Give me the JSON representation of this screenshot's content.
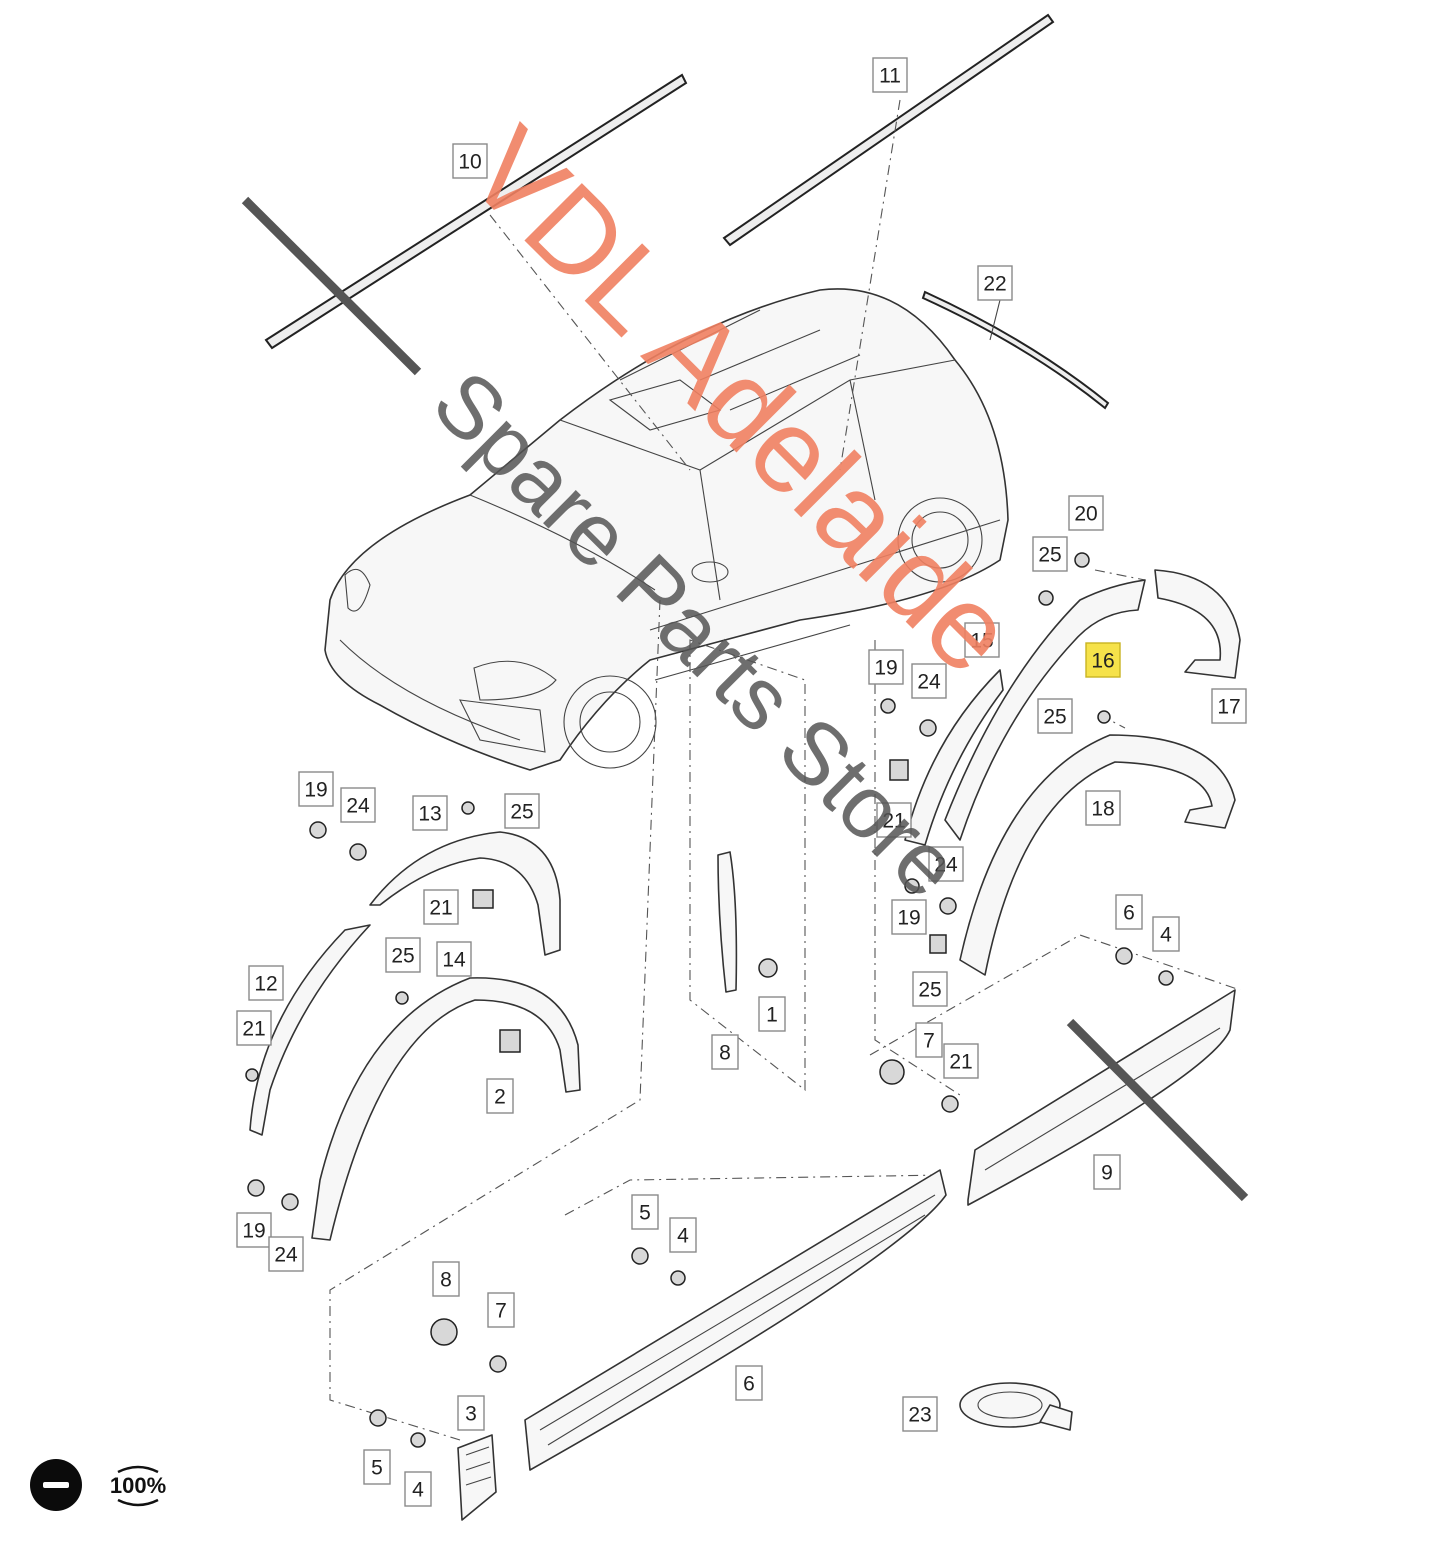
{
  "watermark": {
    "line1": "VDL Adelaide",
    "line2": "Spare Parts Store"
  },
  "callouts": [
    {
      "label": "10",
      "highlight": false
    },
    {
      "label": "11",
      "highlight": false
    },
    {
      "label": "22",
      "highlight": false
    },
    {
      "label": "20",
      "highlight": false
    },
    {
      "label": "25",
      "highlight": false
    },
    {
      "label": "15",
      "highlight": false
    },
    {
      "label": "16",
      "highlight": true
    },
    {
      "label": "19",
      "highlight": false
    },
    {
      "label": "24",
      "highlight": false
    },
    {
      "label": "17",
      "highlight": false
    },
    {
      "label": "25",
      "highlight": false
    },
    {
      "label": "19",
      "highlight": false
    },
    {
      "label": "24",
      "highlight": false
    },
    {
      "label": "13",
      "highlight": false
    },
    {
      "label": "25",
      "highlight": false
    },
    {
      "label": "18",
      "highlight": false
    },
    {
      "label": "21",
      "highlight": false
    },
    {
      "label": "21",
      "highlight": false
    },
    {
      "label": "24",
      "highlight": false
    },
    {
      "label": "6",
      "highlight": false
    },
    {
      "label": "19",
      "highlight": false
    },
    {
      "label": "4",
      "highlight": false
    },
    {
      "label": "12",
      "highlight": false
    },
    {
      "label": "25",
      "highlight": false
    },
    {
      "label": "14",
      "highlight": false
    },
    {
      "label": "21",
      "highlight": false
    },
    {
      "label": "2",
      "highlight": false
    },
    {
      "label": "25",
      "highlight": false
    },
    {
      "label": "1",
      "highlight": false
    },
    {
      "label": "8",
      "highlight": false
    },
    {
      "label": "7",
      "highlight": false
    },
    {
      "label": "21",
      "highlight": false
    },
    {
      "label": "9",
      "highlight": false
    },
    {
      "label": "19",
      "highlight": false
    },
    {
      "label": "24",
      "highlight": false
    },
    {
      "label": "5",
      "highlight": false
    },
    {
      "label": "4",
      "highlight": false
    },
    {
      "label": "8",
      "highlight": false
    },
    {
      "label": "7",
      "highlight": false
    },
    {
      "label": "6",
      "highlight": false
    },
    {
      "label": "3",
      "highlight": false
    },
    {
      "label": "23",
      "highlight": false
    },
    {
      "label": "5",
      "highlight": false
    },
    {
      "label": "4",
      "highlight": false
    }
  ],
  "controls": {
    "zoom_out_icon": "minus-circle-icon",
    "zoom_level": "100%"
  }
}
